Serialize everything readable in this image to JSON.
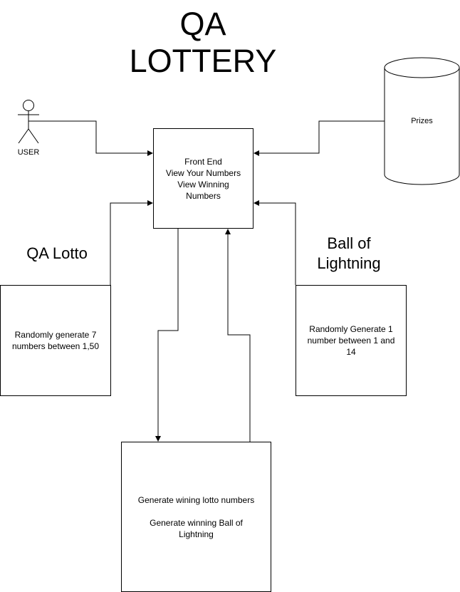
{
  "title": [
    "QA",
    "LOTTERY"
  ],
  "actor": {
    "label": "USER"
  },
  "prizes": {
    "label": "Prizes"
  },
  "front_end": {
    "lines": [
      "Front End",
      "View Your Numbers",
      "View Winning",
      "Numbers"
    ]
  },
  "qa_lotto": {
    "heading": "QA Lotto",
    "lines": [
      "Randomly generate 7",
      "numbers between 1,50"
    ]
  },
  "ball_of_lightning": {
    "heading": [
      "Ball of",
      "Lightning"
    ],
    "lines": [
      "Randomly Generate 1",
      "number between 1 and",
      "14"
    ]
  },
  "generator": {
    "line1": "Generate wining lotto numbers",
    "line2": [
      "Generate winning Ball of",
      "Lightning"
    ]
  }
}
